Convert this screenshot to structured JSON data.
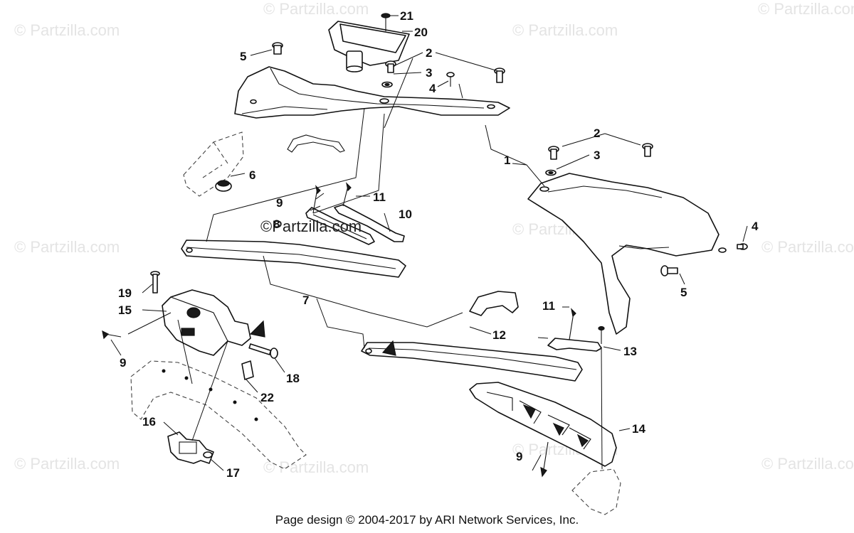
{
  "watermark": "© Partzilla.com",
  "inline_watermark": "©Partzilla.com",
  "footer": "Page design © 2004-2017 by ARI Network Services, Inc.",
  "callouts": {
    "c1": "1",
    "c2a": "2",
    "c2b": "2",
    "c3a": "3",
    "c3b": "3",
    "c4a": "4",
    "c4b": "4",
    "c5a": "5",
    "c5b": "5",
    "c6": "6",
    "c7": "7",
    "c8": "8",
    "c9a": "9",
    "c9b": "9",
    "c9c": "9",
    "c10": "10",
    "c11a": "11",
    "c11b": "11",
    "c12": "12",
    "c13": "13",
    "c14": "14",
    "c15": "15",
    "c16": "16",
    "c17": "17",
    "c18": "18",
    "c19": "19",
    "c20": "20",
    "c21": "21",
    "c22": "22"
  }
}
